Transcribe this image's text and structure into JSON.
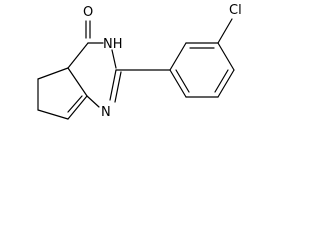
{
  "molecule": {
    "atoms": {
      "carbonyl_oxygen": "O",
      "ring_nh": "NH",
      "ring_n": "N",
      "chlorine": "Cl"
    },
    "colors": {
      "bond": "#000000",
      "label": "#000000",
      "background": "#ffffff"
    }
  }
}
